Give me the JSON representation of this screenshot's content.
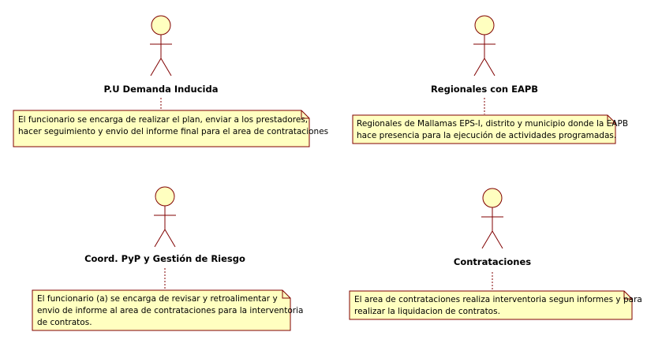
{
  "colors": {
    "actor_fill": "#ffffc0",
    "note_fill": "#ffffc0",
    "line": "#800000",
    "text": "#000000"
  },
  "actors": [
    {
      "id": "pu-demanda-inducida",
      "name": "P.U Demanda Inducida"
    },
    {
      "id": "regionales-con-eapb",
      "name": "Regionales con EAPB"
    },
    {
      "id": "coord-pyp",
      "name": "Coord. PyP y Gestión de Riesgo"
    },
    {
      "id": "contrataciones",
      "name": "Contrataciones"
    }
  ],
  "notes": [
    {
      "actor": "pu-demanda-inducida",
      "lines": [
        "El funcionario se encarga de realizar el plan, enviar a los prestadores,",
        "hacer seguimiento y envio del informe final para el area de contrataciones"
      ]
    },
    {
      "actor": "regionales-con-eapb",
      "lines": [
        "Regionales de Mallamas EPS-I, distrito y municipio donde la EAPB",
        " hace presencia para la ejecución de actividades programadas."
      ]
    },
    {
      "actor": "coord-pyp",
      "lines": [
        "El funcionario (a) se encarga de revisar y retroalimentar y",
        "envio de informe al area de contrataciones para la interventoria",
        "de contratos."
      ]
    },
    {
      "actor": "contrataciones",
      "lines": [
        "El area de contrataciones realiza interventoria segun informes y  para",
        "realizar la liquidacion de contratos."
      ]
    }
  ]
}
